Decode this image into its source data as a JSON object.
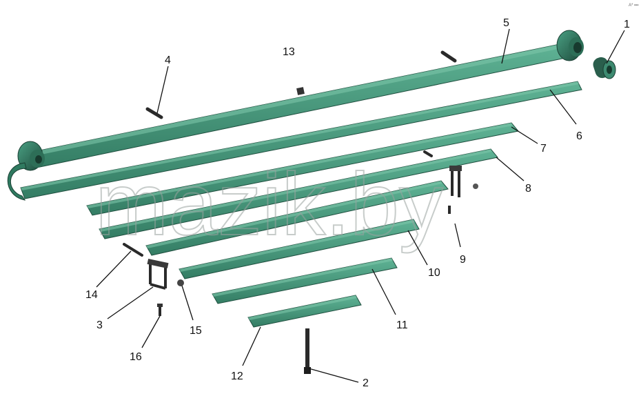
{
  "watermark": "mazik.by",
  "corner_mark": "А* ▪▪▪",
  "colors": {
    "leaf_fill": "#3f9478",
    "leaf_top": "#5aab8f",
    "leaf_edge": "#1f4f3f",
    "metal_dark": "#2a2a2a",
    "callout_text": "#111111",
    "watermark_stroke": "#9aa3a0"
  },
  "callouts": {
    "c1": "1",
    "c2": "2",
    "c3": "3",
    "c4": "4",
    "c5": "5",
    "c6": "6",
    "c7": "7",
    "c8": "8",
    "c9": "9",
    "c10": "10",
    "c11": "11",
    "c12": "12",
    "c13": "13",
    "c14": "14",
    "c15": "15",
    "c16": "16"
  }
}
